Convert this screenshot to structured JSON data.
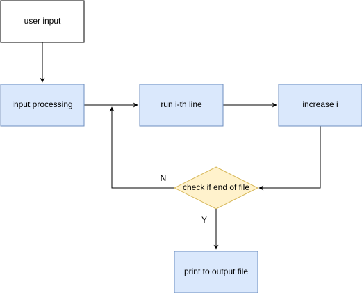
{
  "colors": {
    "process_fill": "#dae8fc",
    "process_stroke": "#6c8ebf",
    "decision_fill": "#fff2cc",
    "decision_stroke": "#d6b656",
    "start_fill": "#ffffff",
    "start_stroke": "#000000",
    "edge": "#000000"
  },
  "nodes": {
    "user_input": "user input",
    "input_processing": "input processing",
    "run_line": "run i-th line",
    "increase_i": "increase i",
    "check_eof": "check if end of file",
    "print_output": "print to output file"
  },
  "edges": {
    "no_label": "N",
    "yes_label": "Y"
  }
}
